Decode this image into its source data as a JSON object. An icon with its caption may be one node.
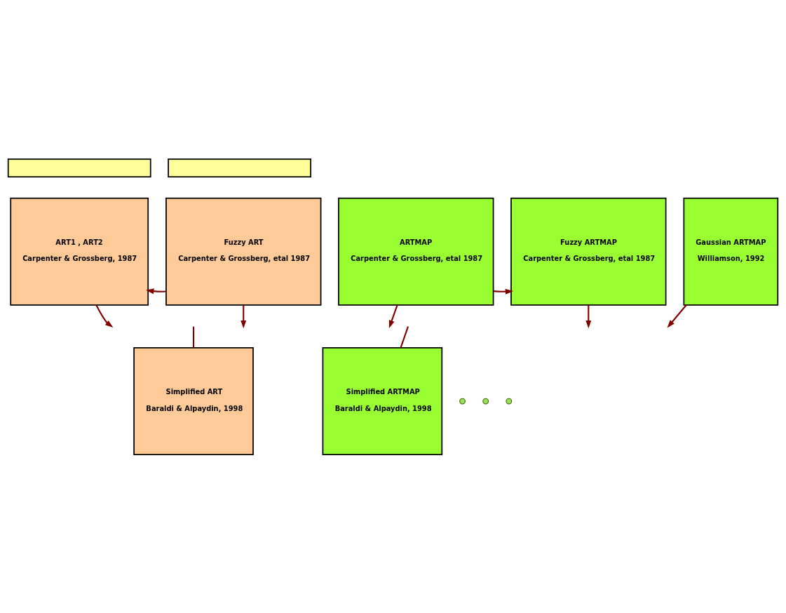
{
  "diagram": {
    "nodes": [
      {
        "text": [],
        "shape": "box"
      },
      {
        "text": [],
        "shape": "box"
      },
      {
        "text": [
          "ART1 , ART2",
          "Carpenter & Grossberg, 1987"
        ]
      },
      {
        "text": [
          "Fuzzy ART",
          "Carpenter & Grossberg, etal 1987"
        ]
      },
      {
        "text": [
          "ARTMAP",
          "Carpenter & Grossberg, etal 1987"
        ]
      },
      {
        "text": [
          "Fuzzy ARTMAP",
          "Carpenter & Grossberg, etal 1987"
        ]
      },
      {
        "text": [
          "Gaussian ARTMAP",
          "Williamson, 1992"
        ]
      },
      {
        "text": [
          "Simplified ART",
          "Baraldi & Alpaydin, 1998"
        ]
      },
      {
        "text": [
          "Simplified ARTMAP",
          "Baraldi & Alpaydin, 1998"
        ]
      },
      {
        "text": [],
        "shape": "circle"
      },
      {
        "text": [],
        "shape": "circle"
      },
      {
        "text": [],
        "shape": "circle"
      }
    ],
    "edges": [
      {
        "from": 3,
        "to": 2,
        "arrow": "to"
      },
      {
        "from": 4,
        "to": 5,
        "arrow": "to"
      },
      {
        "from": 2,
        "to": null,
        "arrow": "to"
      },
      {
        "from": 3,
        "to": null,
        "arrow": "to"
      },
      {
        "from": 4,
        "to": null,
        "arrow": "to"
      },
      {
        "from": 5,
        "to": null,
        "arrow": "to"
      },
      {
        "from": 6,
        "to": null,
        "arrow": "to"
      },
      {
        "from": null,
        "to": 7,
        "arrow": "none"
      },
      {
        "from": null,
        "to": 8,
        "arrow": "none"
      }
    ]
  }
}
